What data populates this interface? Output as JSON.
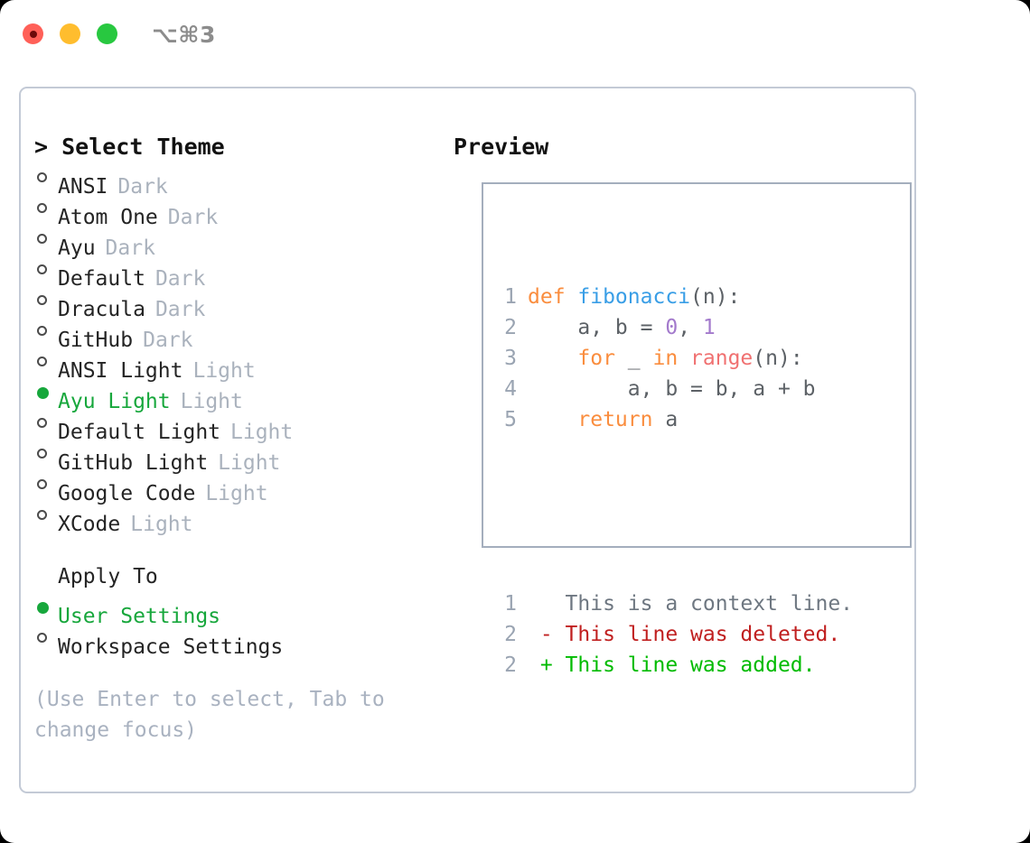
{
  "window": {
    "shortcut": "⌥⌘3",
    "traffic_lights": [
      {
        "name": "close",
        "color": "#ff6058"
      },
      {
        "name": "minimize",
        "color": "#ffbd2e"
      },
      {
        "name": "zoom",
        "color": "#28c840"
      }
    ]
  },
  "theme_panel": {
    "title": "> Select Theme",
    "options": [
      {
        "marker": "○",
        "name": "ANSI",
        "variant": "Dark",
        "selected": false
      },
      {
        "marker": "○",
        "name": "Atom One",
        "variant": "Dark",
        "selected": false
      },
      {
        "marker": "○",
        "name": "Ayu",
        "variant": "Dark",
        "selected": false
      },
      {
        "marker": "○",
        "name": "Default",
        "variant": "Dark",
        "selected": false
      },
      {
        "marker": "○",
        "name": "Dracula",
        "variant": "Dark",
        "selected": false
      },
      {
        "marker": "○",
        "name": "GitHub",
        "variant": "Dark",
        "selected": false
      },
      {
        "marker": "○",
        "name": "ANSI Light",
        "variant": "Light",
        "selected": false
      },
      {
        "marker": "●",
        "name": "Ayu Light",
        "variant": "Light",
        "selected": true
      },
      {
        "marker": "○",
        "name": "Default Light",
        "variant": "Light",
        "selected": false
      },
      {
        "marker": "○",
        "name": "GitHub Light",
        "variant": "Light",
        "selected": false
      },
      {
        "marker": "○",
        "name": "Google Code",
        "variant": "Light",
        "selected": false
      },
      {
        "marker": "○",
        "name": "XCode",
        "variant": "Light",
        "selected": false
      }
    ]
  },
  "apply_to": {
    "label": "Apply To",
    "options": [
      {
        "marker": "●",
        "name": "User Settings",
        "selected": true
      },
      {
        "marker": "○",
        "name": "Workspace Settings",
        "selected": false
      }
    ]
  },
  "hint": "(Use Enter to select, Tab to change focus)",
  "preview": {
    "title": "Preview",
    "code_lines": [
      {
        "number": "1",
        "tokens": [
          {
            "text": "def ",
            "kind": "kw"
          },
          {
            "text": "fibonacci",
            "kind": "fn"
          },
          {
            "text": "(n):",
            "kind": "txt"
          }
        ]
      },
      {
        "number": "2",
        "tokens": [
          {
            "text": "    a, b = ",
            "kind": "txt"
          },
          {
            "text": "0",
            "kind": "num"
          },
          {
            "text": ", ",
            "kind": "txt"
          },
          {
            "text": "1",
            "kind": "num"
          }
        ]
      },
      {
        "number": "3",
        "tokens": [
          {
            "text": "    ",
            "kind": "txt"
          },
          {
            "text": "for",
            "kind": "kw"
          },
          {
            "text": " _ ",
            "kind": "txt"
          },
          {
            "text": "in",
            "kind": "kw"
          },
          {
            "text": " ",
            "kind": "txt"
          },
          {
            "text": "range",
            "kind": "call"
          },
          {
            "text": "(n):",
            "kind": "txt"
          }
        ]
      },
      {
        "number": "4",
        "tokens": [
          {
            "text": "        a, b = b, a + b",
            "kind": "txt"
          }
        ]
      },
      {
        "number": "5",
        "tokens": [
          {
            "text": "    ",
            "kind": "txt"
          },
          {
            "text": "return",
            "kind": "kw"
          },
          {
            "text": " a",
            "kind": "txt"
          }
        ]
      }
    ],
    "diff_lines": [
      {
        "number": "1",
        "kind": "ctx",
        "text": "   This is a context line."
      },
      {
        "number": "2",
        "kind": "del",
        "text": " - This line was deleted."
      },
      {
        "number": "2",
        "kind": "add",
        "text": " + This line was added."
      }
    ]
  },
  "colors": {
    "accent_green": "#17a73c",
    "keyword_orange": "#fa8d3e",
    "function_blue": "#399ee6",
    "number_purple": "#a37acc",
    "call_salmon": "#f07171",
    "muted": "#aab2bd",
    "diff_delete": "#c02020",
    "diff_add": "#00bb00",
    "border": "#c3cad6"
  }
}
